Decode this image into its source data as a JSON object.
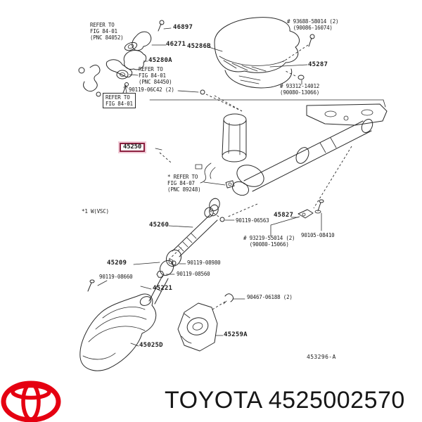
{
  "colors": {
    "logo_red": "#e50011",
    "highlight_box_border": "#8c2140",
    "line_art": "#2a2a2a",
    "label_text": "#1c1c1c"
  },
  "figure_code": "453296-A",
  "highlighted_part_number": "45250",
  "footer": {
    "brand_line": "TOYOTA 4525002570"
  },
  "labels": {
    "refer_84052": {
      "text": "REFER TO\nFIG 84-01\n(PNC 84052)"
    },
    "p46897": {
      "text": "46897"
    },
    "p46271": {
      "text": "46271"
    },
    "p45286B": {
      "text": "45286B"
    },
    "p45280A": {
      "text": "45280A"
    },
    "refer_84450": {
      "text": "REFER TO\nFIG 84-01\n(PNC 84450)"
    },
    "b90119_06c42": {
      "text": "90119-06C42 (2)"
    },
    "refer_8401": {
      "text": "REFER TO\nFIG 84-01"
    },
    "s93688": {
      "text": "# 93688-5B014 (2)\n(90086-16074)"
    },
    "p45287": {
      "text": "45287"
    },
    "s93312": {
      "text": "# 93312-14012\n(90080-13066)"
    },
    "refer_89248": {
      "text": "* REFER TO\nFIG 84-07\n(PNC 89248)"
    },
    "note_vsc": {
      "text": "*1 W(VSC)"
    },
    "p45260": {
      "text": "45260"
    },
    "b90119_06563": {
      "text": "90119-06563"
    },
    "p45827": {
      "text": "45827"
    },
    "s93219": {
      "text": "# 93219-55014 (2)\n(90080-15066)"
    },
    "b90105": {
      "text": "90105-08410"
    },
    "p45209": {
      "text": "45209"
    },
    "b90119_08980": {
      "text": "90119-08980"
    },
    "b90119_08560": {
      "text": "90119-08560"
    },
    "b90119_08660": {
      "text": "90119-08660"
    },
    "p45221": {
      "text": "45221"
    },
    "c90467": {
      "text": "90467-06188 (2)"
    },
    "p45259A": {
      "text": "45259A"
    },
    "p45025D": {
      "text": "45025D"
    }
  }
}
